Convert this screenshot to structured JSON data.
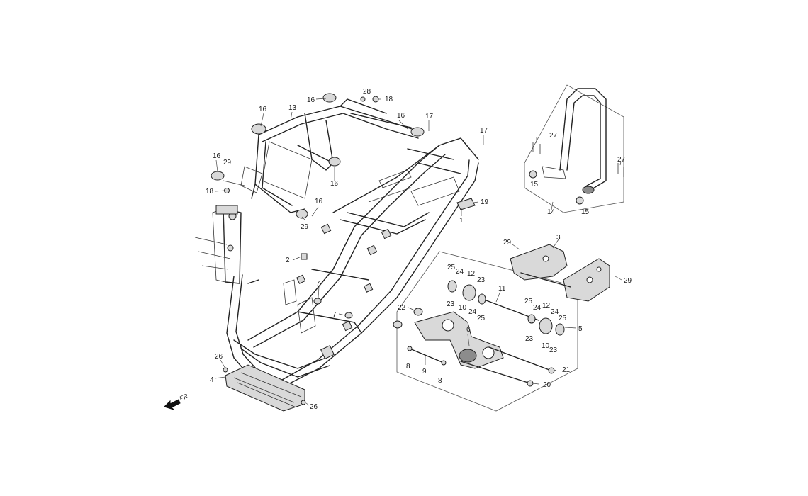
{
  "labels": {
    "l1": "1",
    "l2": "2",
    "l3": "3",
    "l4": "4",
    "l5": "5",
    "l6": "6",
    "l7": "7",
    "l8": "8",
    "l9": "9",
    "l10": "10",
    "l11": "11",
    "l12": "12",
    "l13": "13",
    "l14": "14",
    "l15": "15",
    "l16": "16",
    "l17": "17",
    "l18": "18",
    "l19": "19",
    "l20": "20",
    "l21": "21",
    "l22": "22",
    "l23": "23",
    "l24": "24",
    "l25": "25",
    "l26": "26",
    "l27": "27",
    "l28": "28",
    "l29": "29"
  },
  "direction": {
    "text": "FR."
  }
}
